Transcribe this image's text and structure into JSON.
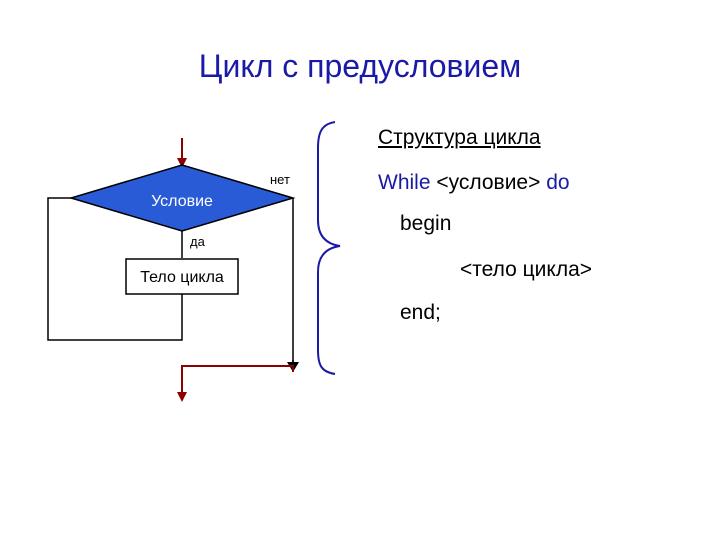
{
  "title": "Цикл с предусловием",
  "flowchart": {
    "condition_label": "Условие",
    "body_label": "Тело цикла",
    "yes_label": "да",
    "no_label": "нет",
    "colors": {
      "diamond_fill": "#2a5bd7",
      "diamond_stroke": "#000000",
      "line": "#000000",
      "arrow": "#8b0000"
    }
  },
  "structure": {
    "heading": "Структура цикла",
    "line1_keyword": "While",
    "line1_rest": " <условие> ",
    "line1_keyword_end": "do",
    "line2": "begin",
    "line3": "<тело цикла>",
    "line4": "end;"
  },
  "colors": {
    "title": "#1a1aa6",
    "keyword": "#1a1aa6"
  }
}
